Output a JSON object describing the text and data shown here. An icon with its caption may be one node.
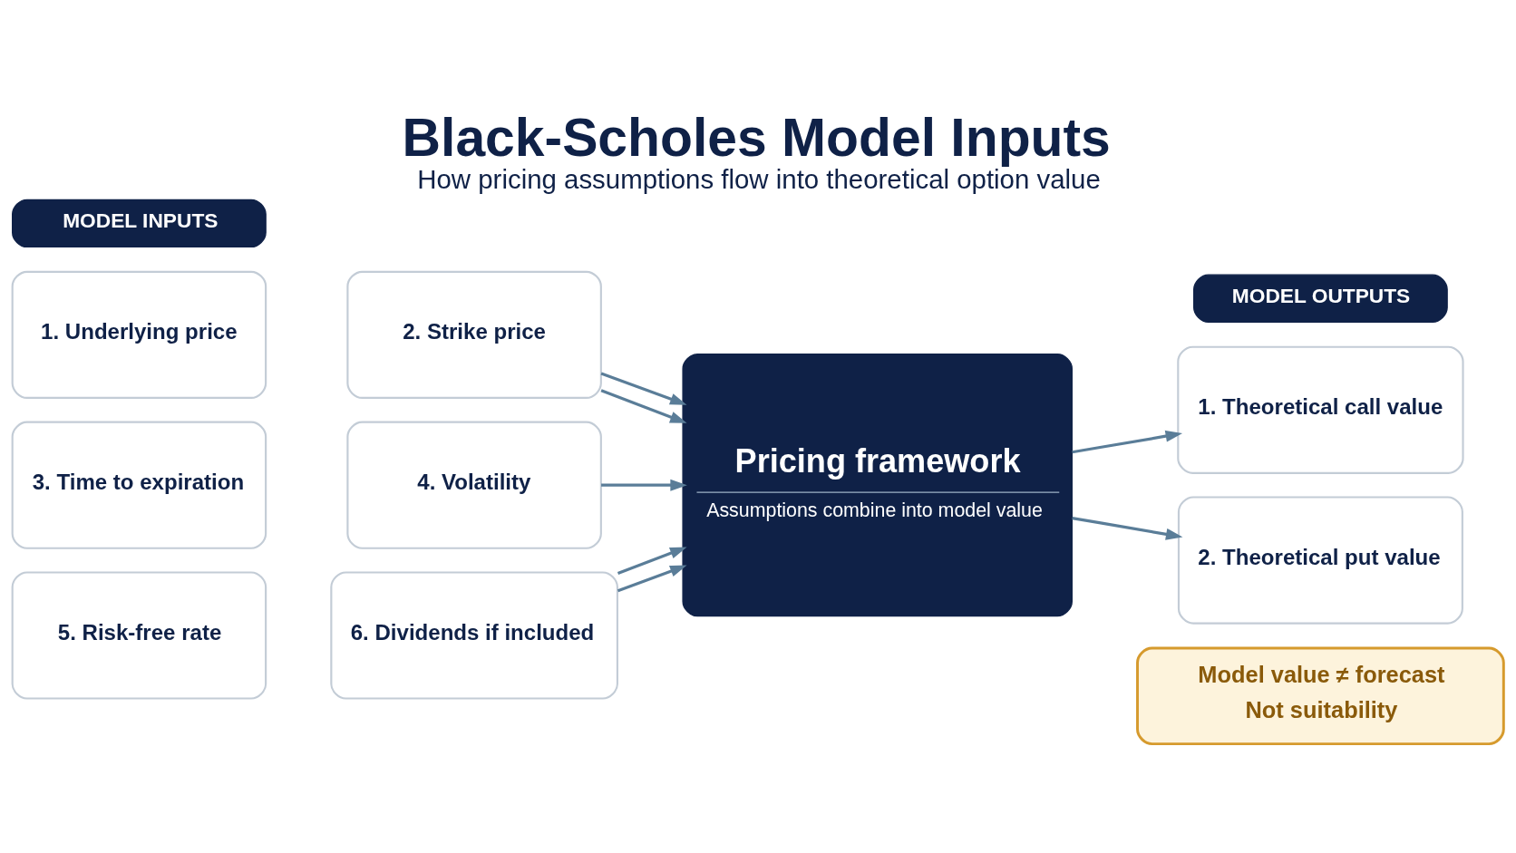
{
  "diagram": {
    "title": "Black-Scholes Model Inputs",
    "caption": "How pricing assumptions flow into theoretical option value",
    "nodes": [
      {
        "text": [
          "MODEL INPUTS"
        ]
      },
      {
        "text": [
          "1. Underlying price"
        ]
      },
      {
        "text": [
          "2. Strike price"
        ]
      },
      {
        "text": [
          "3. Time to expiration"
        ]
      },
      {
        "text": [
          "4. Volatility"
        ]
      },
      {
        "text": [
          "5. Risk-free rate"
        ]
      },
      {
        "text": [
          "6. Dividends if included"
        ]
      },
      {
        "text": [
          "Pricing framework",
          "Assumptions combine into model value"
        ]
      },
      {
        "text": [
          "MODEL OUTPUTS"
        ]
      },
      {
        "text": [
          "1. Theoretical call value"
        ]
      },
      {
        "text": [
          "2. Theoretical put value"
        ]
      },
      {
        "text": [
          "Model value ≠ forecast",
          "Not suitability"
        ]
      }
    ],
    "edges": [
      {
        "from": 2,
        "to": 7,
        "arrow": "to"
      },
      {
        "from": 2,
        "to": 7,
        "arrow": "to"
      },
      {
        "from": 4,
        "to": 7,
        "arrow": "to"
      },
      {
        "from": 6,
        "to": 7,
        "arrow": "to"
      },
      {
        "from": 6,
        "to": 7,
        "arrow": "to"
      },
      {
        "from": 7,
        "to": 9,
        "arrow": "to"
      },
      {
        "from": 7,
        "to": 10,
        "arrow": "to"
      }
    ]
  }
}
